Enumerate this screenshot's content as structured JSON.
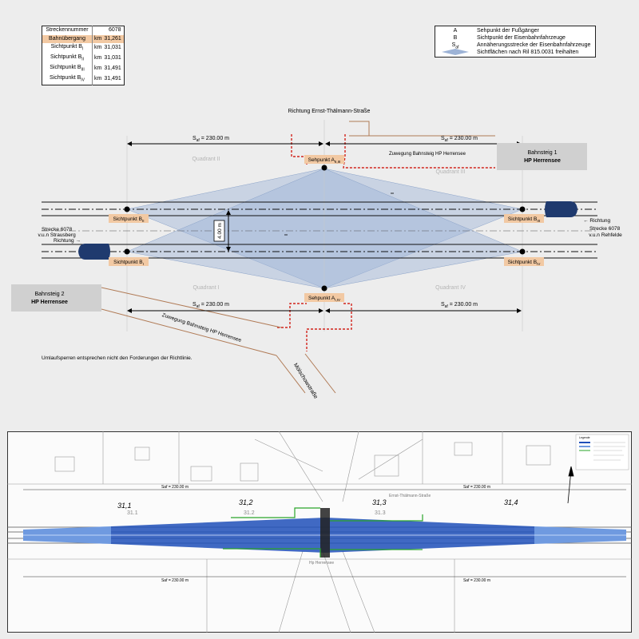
{
  "info_table": [
    {
      "label": "Streckennummer",
      "unit": "",
      "value": "6078",
      "highlight": false
    },
    {
      "label": "Bahnübergang",
      "unit": "km",
      "value": "31,261",
      "highlight": true
    },
    {
      "label": "Sichtpunkt B",
      "sub": "I",
      "unit": "km",
      "value": "31,031",
      "highlight": false
    },
    {
      "label": "Sichtpunkt B",
      "sub": "II",
      "unit": "km",
      "value": "31,031",
      "highlight": false
    },
    {
      "label": "Sichtpunkt B",
      "sub": "III",
      "unit": "km",
      "value": "31,491",
      "highlight": false
    },
    {
      "label": "Sichtpunkt B",
      "sub": "IV",
      "unit": "km",
      "value": "31,491",
      "highlight": false
    }
  ],
  "legend": [
    {
      "symbol": "A",
      "text": "Sehpunkt der Fußgänger"
    },
    {
      "symbol": "B",
      "text": "Sichtpunkt der Eisenbahnfahrzeuge"
    },
    {
      "symbol": "S",
      "symbol_sub": "af",
      "text": "Annäherungsstrecke der Eisenbahnfahrzeuge"
    },
    {
      "symbol": "",
      "text": "Sichtflächen nach Ril 815.0031 freihalten"
    }
  ],
  "diagram": {
    "road_label": "Richtung Ernst-Thälmann-Straße",
    "dim_top_left": {
      "prefix": "S",
      "sub": "af",
      "suffix": " = 230.00 m"
    },
    "dim_top_right": {
      "prefix": "S",
      "sub": "af",
      "suffix": " = 230.00 m"
    },
    "dim_bottom_left": {
      "prefix": "S",
      "sub": "af",
      "suffix": " = 230.00 m"
    },
    "dim_bottom_right": {
      "prefix": "S",
      "sub": "af",
      "suffix": " = 230.00 m"
    },
    "access_top": "Zuwegung Bahnsteig HP Herrensee",
    "access_bottom": "Zuwegung Bahnsteig HP Herrensee",
    "platform1": {
      "line1": "Bahnsteig 1",
      "line2": "HP Herrensee"
    },
    "platform2": {
      "line1": "Bahnsteig 2",
      "line2": "HP Herrensee"
    },
    "quadrants": [
      "Quadrant I",
      "Quadrant II",
      "Quadrant III",
      "Quadrant IV"
    ],
    "sehpunkt_top": {
      "prefix": "Sehpunkt A",
      "sub": "II,III"
    },
    "sehpunkt_bottom": {
      "prefix": "Sehpunkt A",
      "sub": "I,IV"
    },
    "sicht_bii": {
      "prefix": "Sichtpunkt B",
      "sub": "II"
    },
    "sicht_bi": {
      "prefix": "Sichtpunkt B",
      "sub": "I"
    },
    "sicht_biii": {
      "prefix": "Sichtpunkt B",
      "sub": "III"
    },
    "sicht_biv": {
      "prefix": "Sichtpunkt B",
      "sub": "IV"
    },
    "width_label": "4.00 m",
    "left_direction": [
      "Strecke 6078",
      "v.u.n Strausberg",
      "Richtung →"
    ],
    "right_direction": [
      "← Richtung",
      "Strecke 6078",
      "v.u.n Rehfelde"
    ],
    "note": "Umlaufsperren entsprechen nicht den Forderungen der Richtlinie.",
    "street_name": "Mölschowstraße"
  },
  "site_plan": {
    "km_labels": [
      "31,1",
      "31,2",
      "31,3",
      "31,4"
    ],
    "km_labels_small": [
      "31.1",
      "31.2",
      "31.3"
    ],
    "dim_top_left": "Saf = 230.00 m",
    "dim_top_right": "Saf = 230.00 m",
    "dim_bottom_left": "Saf = 230.00 m",
    "dim_bottom_right": "Saf = 230.00 m",
    "street": "Ernst-Thälmann-Straße",
    "station": "Hp Herrensee",
    "legend_title": "Legende"
  },
  "colors": {
    "sight_fill": "#9db3d6",
    "train": "#1f3a6e",
    "highlight": "#f2c9a3",
    "red_dash": "#d2241d",
    "brown_line": "#b07a55",
    "platform_box": "#d0d0d0",
    "plan_blue": "#1f4fb8",
    "plan_green": "#2aa52a"
  }
}
